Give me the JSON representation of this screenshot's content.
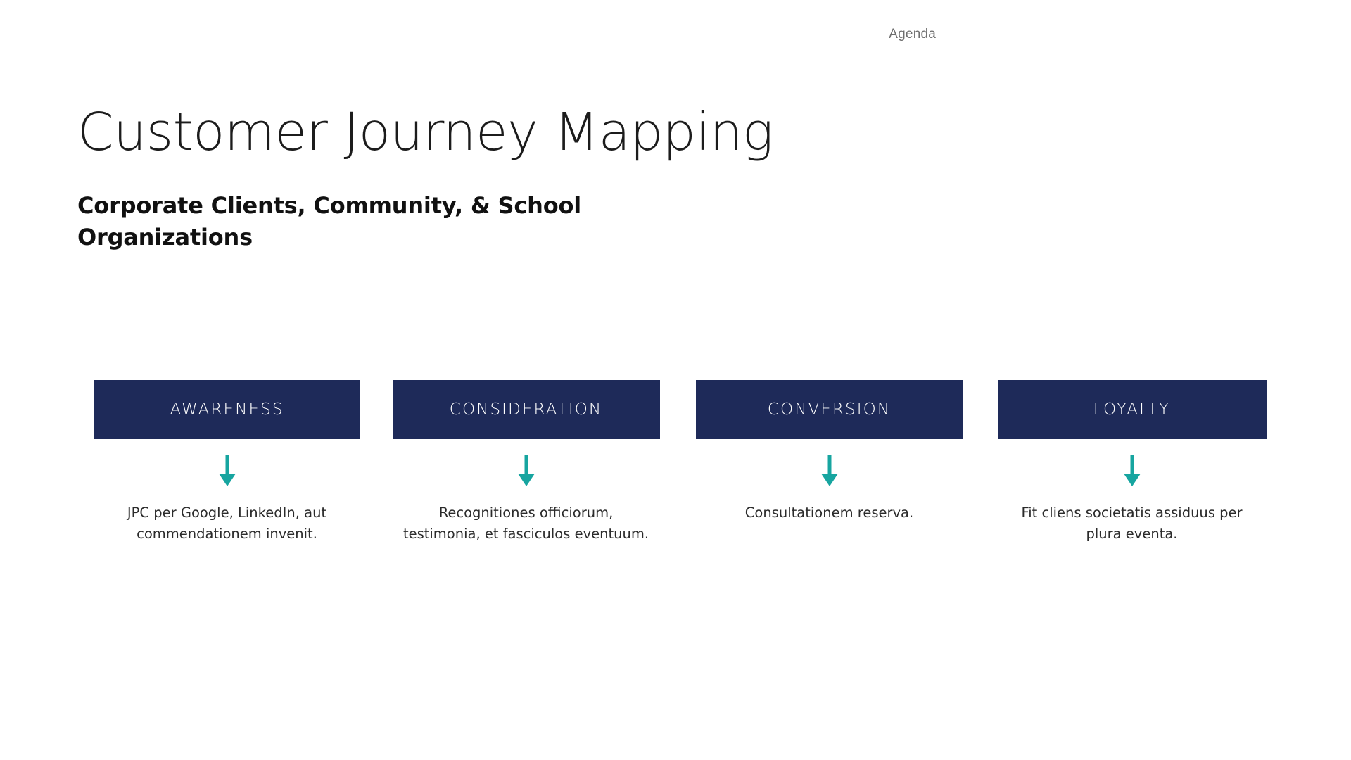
{
  "header": {
    "nav_items": [
      {
        "label": "Agenda"
      }
    ]
  },
  "title": {
    "main": "Customer Journey Mapping",
    "subtitle": "Corporate Clients, Community, & School Organizations"
  },
  "colors": {
    "box_navy": "#1e2a59",
    "arrow_teal": "#17a5a0",
    "title_dark": "#1c1c1c",
    "body_text": "#2b2b2b",
    "nav_gray": "#6e6e6e",
    "background": "#ffffff"
  },
  "stages": [
    {
      "label": "AWARENESS",
      "arrow": "arrow-down-icon",
      "description": "JPC per Google, LinkedIn, aut commendationem invenit."
    },
    {
      "label": "CONSIDERATION",
      "arrow": "arrow-down-icon",
      "description": "Recognitiones officiorum, testimonia, et fasciculos eventuum."
    },
    {
      "label": "CONVERSION",
      "arrow": "arrow-down-icon",
      "description": "Consultationem reserva."
    },
    {
      "label": "LOYALTY",
      "arrow": "arrow-down-icon",
      "description": "Fit cliens societatis assiduus per plura eventa."
    }
  ]
}
